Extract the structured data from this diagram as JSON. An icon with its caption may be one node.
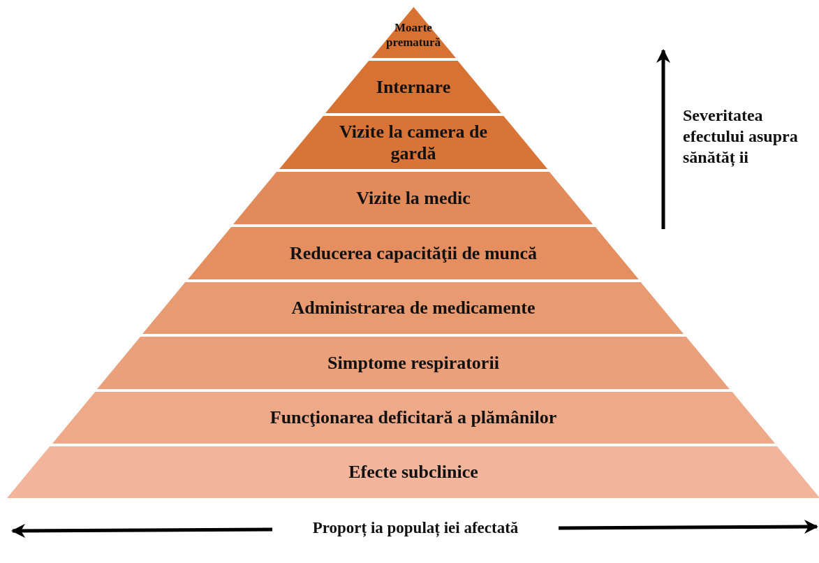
{
  "diagram": {
    "nodes": [
      {
        "text": [
          "Moarte prematură"
        ]
      },
      {
        "text": [
          "Internare"
        ]
      },
      {
        "text": [
          "Vizite la camera de gardă"
        ]
      },
      {
        "text": [
          "Vizite la medic"
        ]
      },
      {
        "text": [
          "Reducerea capacităţii de muncă"
        ]
      },
      {
        "text": [
          "Administrarea de medicamente"
        ]
      },
      {
        "text": [
          "Simptome respiratorii"
        ]
      },
      {
        "text": [
          "Funcţionarea deficitară a plămânilor"
        ]
      },
      {
        "text": [
          "Efecte subclinice"
        ]
      }
    ],
    "edges": [],
    "labels": [
      "Severitatea efectului asupra sănătăț ii",
      "Proporț ia populaț iei afectată"
    ]
  }
}
